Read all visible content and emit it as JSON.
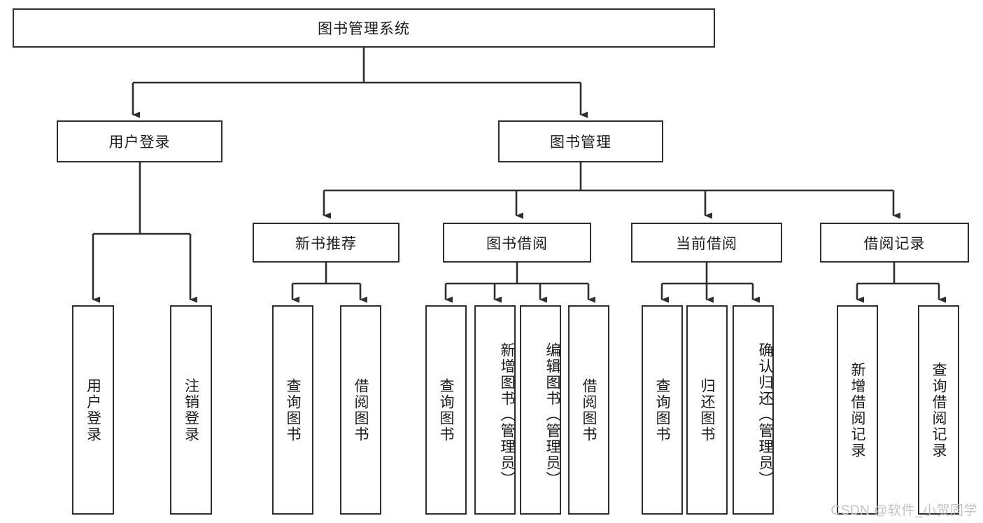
{
  "diagram": {
    "title_node": {
      "label": "图书管理系统"
    },
    "level2": [
      {
        "label": "用户登录"
      },
      {
        "label": "图书管理"
      }
    ],
    "level3": [
      {
        "label": "新书推荐"
      },
      {
        "label": "图书借阅"
      },
      {
        "label": "当前借阅"
      },
      {
        "label": "借阅记录"
      }
    ],
    "leaves_user_login": [
      {
        "label": "用户登录"
      },
      {
        "label": "注销登录"
      }
    ],
    "leaves_new_book": [
      {
        "label": "查询图书"
      },
      {
        "label": "借阅图书"
      }
    ],
    "leaves_borrow": [
      {
        "label": "查询图书"
      },
      {
        "label": "新增图书（管理员）"
      },
      {
        "label": "编辑图书（管理员）"
      },
      {
        "label": "借阅图书"
      }
    ],
    "leaves_current": [
      {
        "label": "查询图书"
      },
      {
        "label": "归还图书"
      },
      {
        "label": "确认归还（管理员）"
      }
    ],
    "leaves_records": [
      {
        "label": "新增借阅记录"
      },
      {
        "label": "查询借阅记录"
      }
    ],
    "colors": {
      "border": "#2e2e2e",
      "connector": "#2e2e2e",
      "background": "#ffffff",
      "text": "#1a1a1a",
      "watermark": "#c2c2c2"
    }
  },
  "watermark": {
    "text": "CSDN @软件_小贺同学"
  }
}
